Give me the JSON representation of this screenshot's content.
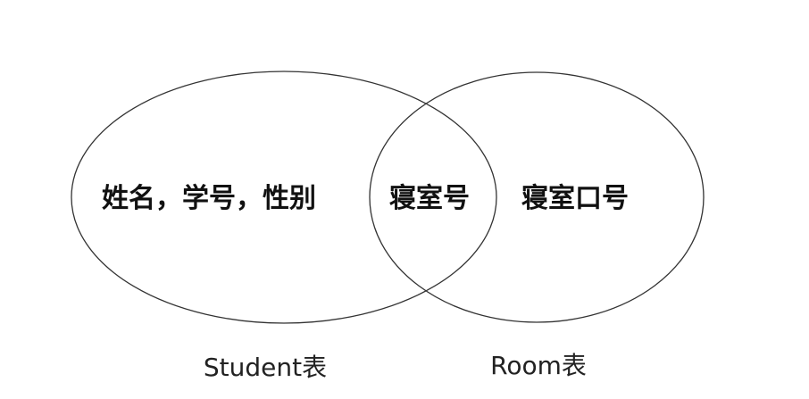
{
  "diagram": {
    "type": "venn",
    "colors": {
      "stroke": "#333333",
      "text": "#111111",
      "caption": "#222222"
    },
    "sets": [
      {
        "id": "student",
        "caption": "Student表",
        "only_label": "姓名，学号，性别"
      },
      {
        "id": "room",
        "caption": "Room表",
        "only_label": "寝室口号"
      }
    ],
    "intersection_label": "寝室号"
  }
}
